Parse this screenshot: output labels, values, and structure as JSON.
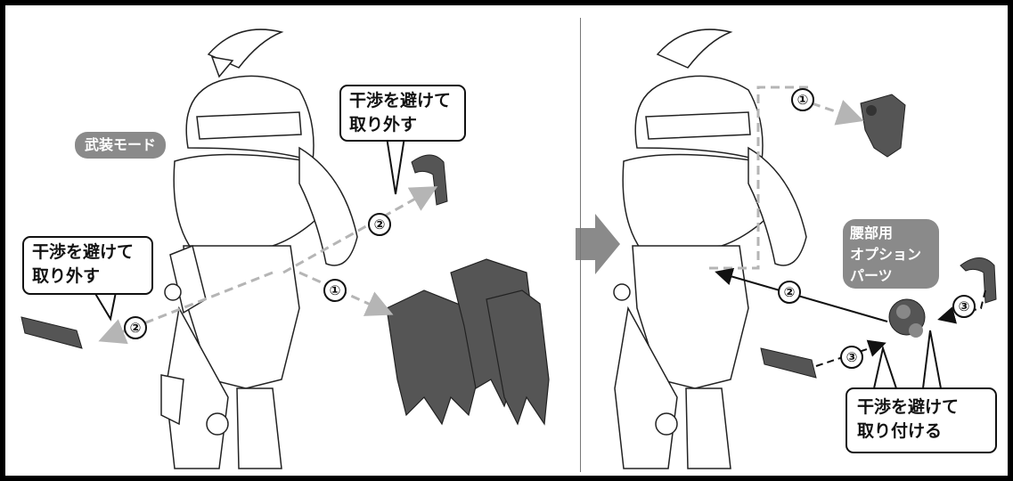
{
  "left_panel": {
    "mode_badge": "武装モード",
    "callout_top": "干渉を避けて\n取り外す",
    "callout_left": "干渉を避けて\n取り外す",
    "step_labels": [
      "②",
      "①",
      "②"
    ]
  },
  "right_panel": {
    "option_badge": "腰部用\nオプション\nパーツ",
    "callout_bottom": "干渉を避けて\n取り付ける",
    "step_labels": [
      "①",
      "②",
      "③",
      "③"
    ]
  },
  "colors": {
    "badge_gray": "#8a8a8a",
    "part_dark": "#555555",
    "arrow_gray": "#b5b5b5",
    "arrow_black": "#111111"
  }
}
